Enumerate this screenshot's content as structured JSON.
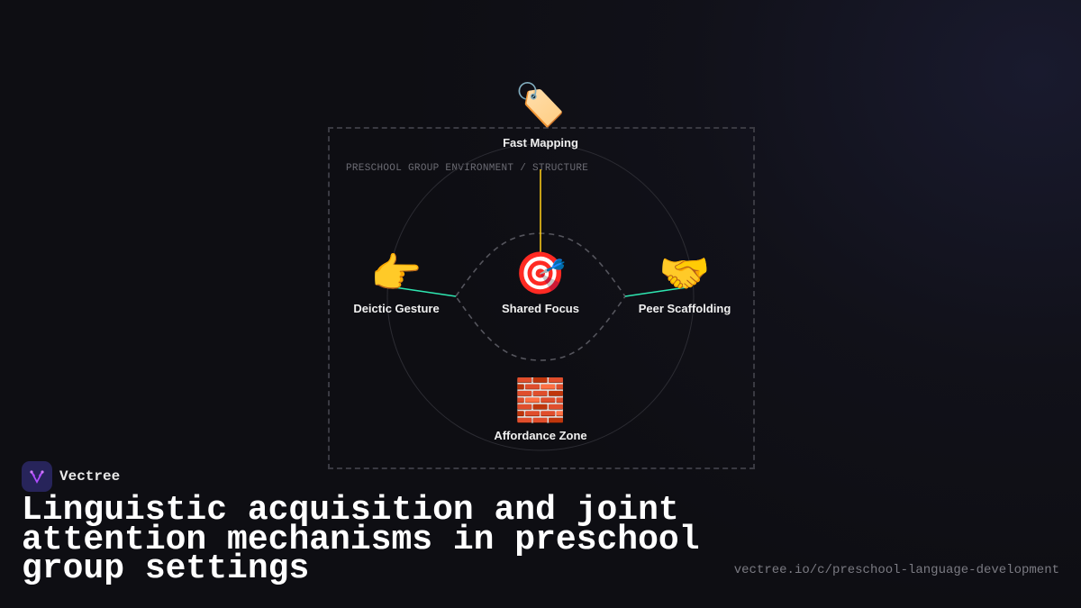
{
  "diagram": {
    "frame_label": "PRESCHOOL GROUP ENVIRONMENT / STRUCTURE",
    "nodes": [
      {
        "id": "fast-mapping",
        "label": "Fast Mapping",
        "icon": "label-tag-icon",
        "emoji": "🏷️"
      },
      {
        "id": "deictic-gesture",
        "label": "Deictic Gesture",
        "icon": "pointing-hand-icon",
        "emoji": "👉"
      },
      {
        "id": "shared-focus",
        "label": "Shared Focus",
        "icon": "target-icon",
        "emoji": "🎯"
      },
      {
        "id": "peer-scaffolding",
        "label": "Peer Scaffolding",
        "icon": "handshake-icon",
        "emoji": "🤝"
      },
      {
        "id": "affordance-zone",
        "label": "Affordance Zone",
        "icon": "brick-icon",
        "emoji": "🧱"
      }
    ],
    "colors": {
      "top_link": "#f5c518",
      "side_links": "#2ee6b0",
      "accent": "#9b4dff"
    }
  },
  "brand": {
    "name": "Vectree"
  },
  "title": "Linguistic acquisition and joint attention mechanisms in preschool group settings",
  "url": "vectree.io/c/preschool-language-development"
}
